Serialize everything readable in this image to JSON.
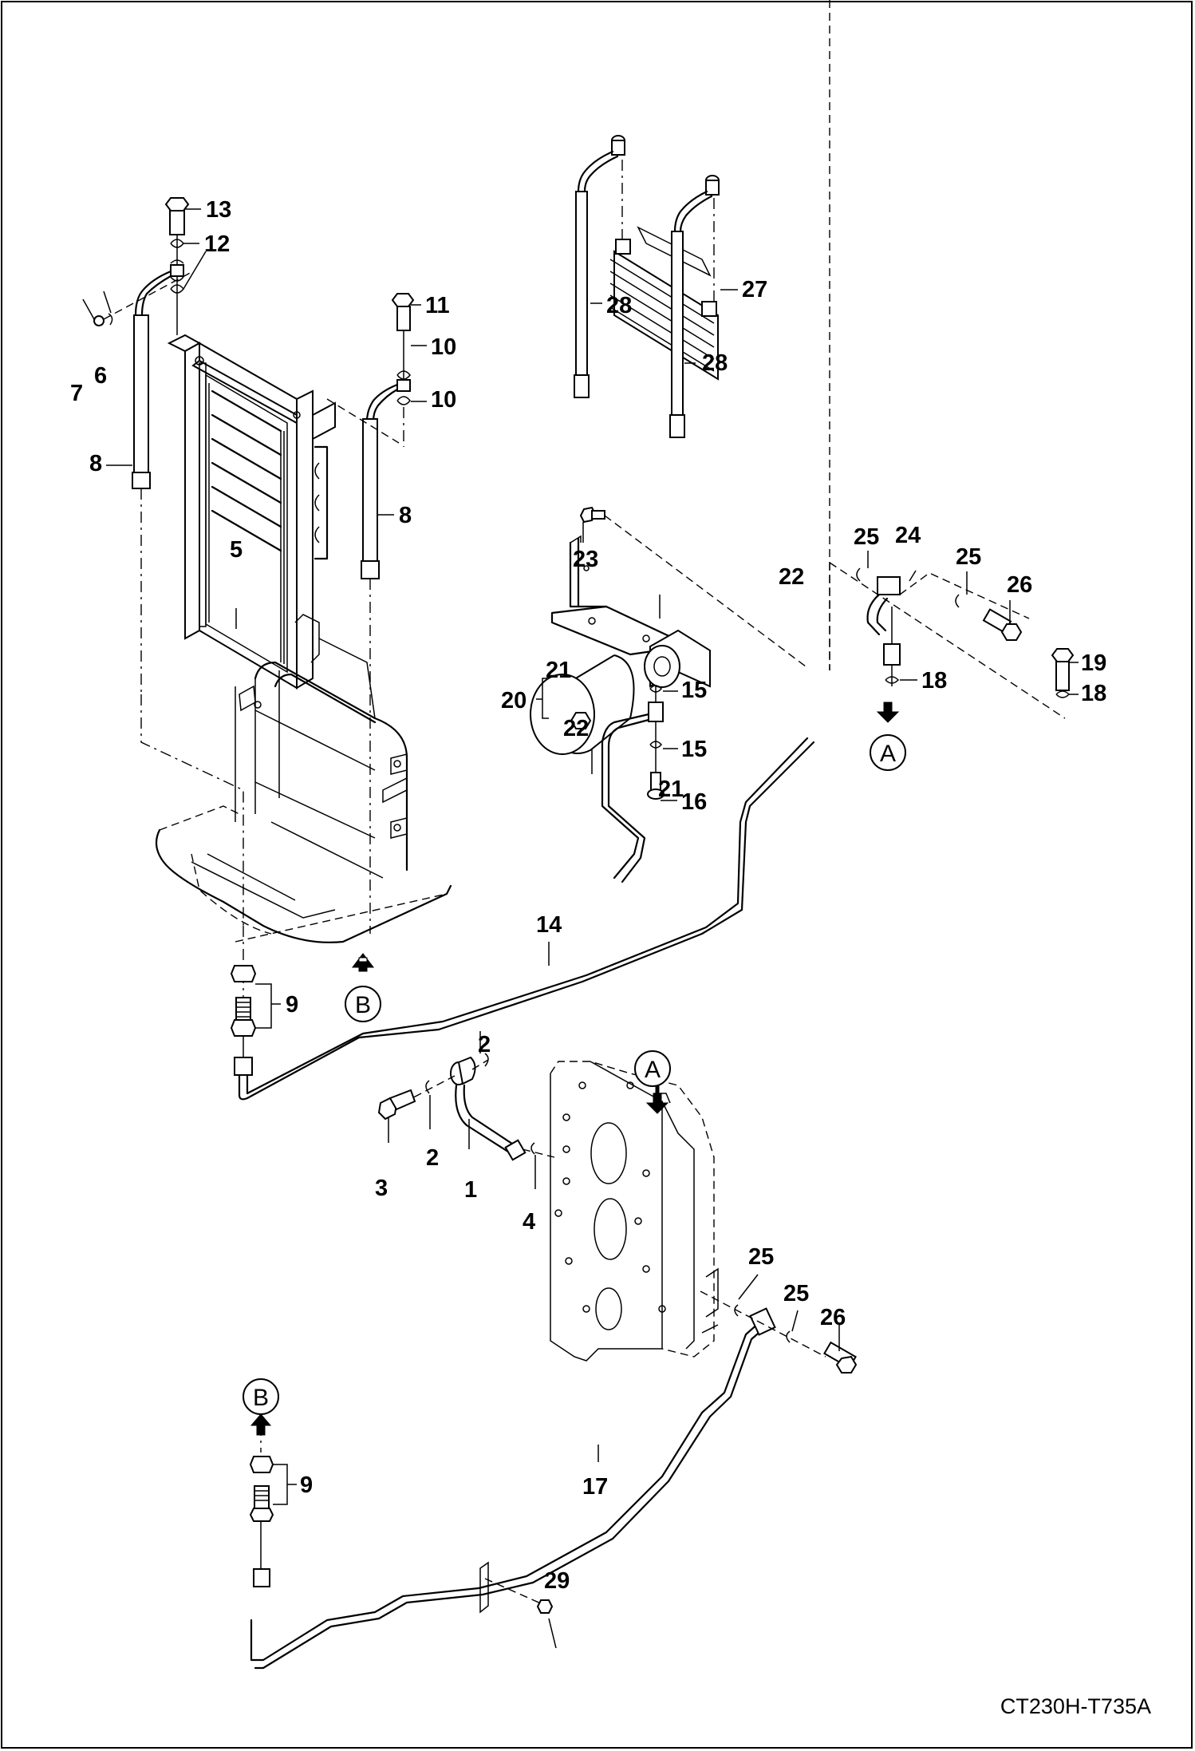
{
  "drawing": {
    "figure_code": "CT230H-T735A",
    "stroke_color": "#000000",
    "background_color": "#ffffff"
  },
  "callouts": [
    {
      "id": "c13",
      "number": "13"
    },
    {
      "id": "c12a",
      "number": "12"
    },
    {
      "id": "c11",
      "number": "11"
    },
    {
      "id": "c10a",
      "number": "10"
    },
    {
      "id": "c10b",
      "number": "10"
    },
    {
      "id": "c7",
      "number": "7"
    },
    {
      "id": "c6",
      "number": "6"
    },
    {
      "id": "c8a",
      "number": "8"
    },
    {
      "id": "c8b",
      "number": "8"
    },
    {
      "id": "c5",
      "number": "5"
    },
    {
      "id": "c27",
      "number": "27"
    },
    {
      "id": "c28a",
      "number": "28"
    },
    {
      "id": "c28b",
      "number": "28"
    },
    {
      "id": "c23",
      "number": "23"
    },
    {
      "id": "c22a",
      "number": "22"
    },
    {
      "id": "c25a",
      "number": "25"
    },
    {
      "id": "c24",
      "number": "24"
    },
    {
      "id": "c25b",
      "number": "25"
    },
    {
      "id": "c26a",
      "number": "26"
    },
    {
      "id": "c19",
      "number": "19"
    },
    {
      "id": "c18a",
      "number": "18"
    },
    {
      "id": "c18b",
      "number": "18"
    },
    {
      "id": "c20",
      "number": "20"
    },
    {
      "id": "c21a",
      "number": "21"
    },
    {
      "id": "c22b",
      "number": "22"
    },
    {
      "id": "c15a",
      "number": "15"
    },
    {
      "id": "c15b",
      "number": "15"
    },
    {
      "id": "c21b",
      "number": "21"
    },
    {
      "id": "c16",
      "number": "16"
    },
    {
      "id": "c14",
      "number": "14"
    },
    {
      "id": "c9a",
      "number": "9"
    },
    {
      "id": "c2a",
      "number": "2"
    },
    {
      "id": "c2b",
      "number": "2"
    },
    {
      "id": "c3",
      "number": "3"
    },
    {
      "id": "c1",
      "number": "1"
    },
    {
      "id": "c4",
      "number": "4"
    },
    {
      "id": "c25c",
      "number": "25"
    },
    {
      "id": "c25d",
      "number": "25"
    },
    {
      "id": "c26b",
      "number": "26"
    },
    {
      "id": "c17",
      "number": "17"
    },
    {
      "id": "c9b",
      "number": "9"
    },
    {
      "id": "c29",
      "number": "29"
    }
  ],
  "reference_markers": [
    {
      "id": "refA1",
      "letter": "A",
      "arrow": "down"
    },
    {
      "id": "refB1",
      "letter": "B",
      "arrow": "up"
    },
    {
      "id": "refA2",
      "letter": "A",
      "arrow": "down"
    },
    {
      "id": "refB2",
      "letter": "B",
      "arrow": "up"
    }
  ],
  "parts_group": {
    "assembly": "20",
    "components": [
      "21",
      "22"
    ]
  }
}
